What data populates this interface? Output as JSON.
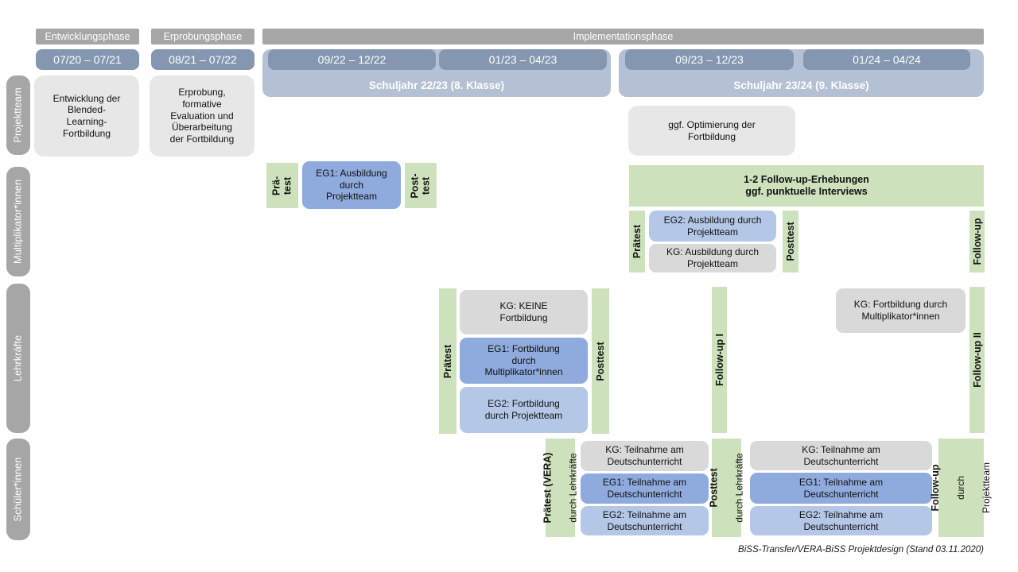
{
  "caption": "BiSS-Transfer/VERA-BiSS Projektdesign (Stand 03.11.2020)",
  "colors": {
    "phase_bar": "#a6a6a6",
    "date_bar": "#8496b0",
    "year_container": "#b4c0d3",
    "box_light_gray": "#e8e7e7",
    "box_kg_gray": "#d9d9d9",
    "box_eg1_blue": "#8faadc",
    "box_eg2_blue": "#b4c7e7",
    "green": "#cde2bc"
  },
  "header": {
    "phases": {
      "entwicklung": "Entwicklungsphase",
      "erprobung": "Erprobungsphase",
      "implementation": "Implementationsphase"
    },
    "dates": {
      "d1": "07/20 – 07/21",
      "d2": "08/21 – 07/22",
      "d3": "09/22 – 12/22",
      "d4": "01/23 – 04/23",
      "d5": "09/23 – 12/23",
      "d6": "01/24 – 04/24"
    },
    "years": {
      "y1": "Schuljahr 22/23 (8. Klasse)",
      "y2": "Schuljahr 23/24 (9. Klasse)"
    }
  },
  "rows": {
    "projektteam": "Projektteam",
    "multiplikatoren": "Multiplikator*innen",
    "lehrkraefte": "Lehrkräfte",
    "schueler": "Schüler*innen"
  },
  "projektteam": {
    "entwicklung": "Entwicklung der\nBlended-\nLearning-\nFortbildung",
    "erprobung": "Erprobung,\nformative\nEvaluation und\nÜberarbeitung\nder Fortbildung",
    "optimierung": "ggf. Optimierung der\nFortbildung"
  },
  "multiplikatoren": {
    "praetest_1": "Prä-\ntest",
    "eg1": "EG1: Ausbildung\ndurch\nProjektteam",
    "posttest_1": "Post-\ntest",
    "followup_box": "1-2 Follow-up-Erhebungen\nggf. punktuelle Interviews",
    "praetest_2": "Prätest",
    "eg2": "EG2: Ausbildung durch\nProjektteam",
    "kg": "KG: Ausbildung durch\nProjektteam",
    "posttest_2": "Posttest",
    "followup": "Follow-up"
  },
  "lehrkraefte": {
    "praetest": "Prätest",
    "kg": "KG: KEINE\nFortbildung",
    "eg1": "EG1: Fortbildung\ndurch\nMultiplikator*innen",
    "eg2": "EG2: Fortbildung\ndurch Projektteam",
    "posttest": "Posttest",
    "followup1": "Follow-up I",
    "kg2": "KG: Fortbildung durch\nMultiplikator*innen",
    "followup2": "Follow-up II"
  },
  "schueler": {
    "praetest": "Prätest (VERA)",
    "praetest_sub": "durch Lehrkräfte",
    "kg1": "KG: Teilnahme am\nDeutschunterricht",
    "eg1_1": "EG1: Teilnahme am\nDeutschunterricht",
    "eg2_1": "EG2: Teilnahme am\nDeutschunterricht",
    "posttest": "Posttest",
    "posttest_sub": "durch Lehrkräfte",
    "kg2": "KG: Teilnahme am\nDeutschunterricht",
    "eg1_2": "EG1: Teilnahme am\nDeutschunterricht",
    "eg2_2": "EG2: Teilnahme am\nDeutschunterricht",
    "followup": "Follow-up",
    "followup_sub1": "durch",
    "followup_sub2": "Projektteam"
  }
}
